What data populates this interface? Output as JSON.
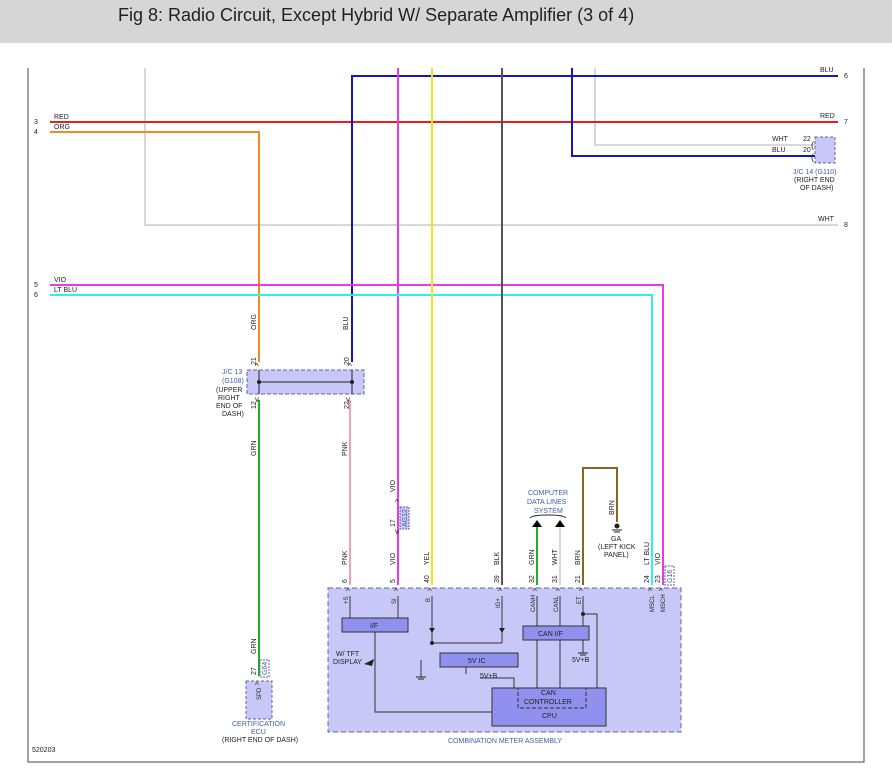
{
  "title": "Fig 8: Radio Circuit, Except Hybrid W/ Separate Amplifier (3 of 4)",
  "figure_id": "520203",
  "colors": {
    "red": "#e02020",
    "orange": "#f08a24",
    "white_wire": "#d8d8d8",
    "blue": "#1414d0",
    "violet": "#e63be6",
    "yellow": "#f5e21a",
    "black": "#555555",
    "lt_blue": "#2ef0f0",
    "pink": "#f0a0b8",
    "green": "#22b022",
    "brown": "#8a6420",
    "component_fill": "#c8c8f8",
    "component_border": "#6060a0",
    "label_blue": "#4060a0"
  },
  "left_pins": {
    "red": "3",
    "orange": "4",
    "violet": "5",
    "lt_blue": "6"
  },
  "right_pins": {
    "blue": "6",
    "red": "7",
    "white": "8"
  },
  "wire_labels": {
    "red": "RED",
    "orange": "ORG",
    "blue": "BLU",
    "white": "WHT",
    "violet": "VIO",
    "lt_blue": "LT BLU",
    "pink": "PNK",
    "green": "GRN",
    "yellow": "YEL",
    "black": "BLK",
    "brown": "BRN"
  },
  "jc14": {
    "label": "J/C 14 (G110)",
    "sub1": "(RIGHT END",
    "sub2": "OF DASH)",
    "pin_wht": "22",
    "pin_blu": "20"
  },
  "jc13": {
    "label1": "J/C 13",
    "label2": "(G108)",
    "sub1": "(UPPER",
    "sub2": "RIGHT",
    "sub3": "END OF",
    "sub4": "DASH)",
    "pin_org": "21",
    "pin_blu": "20",
    "pin_grn": "12",
    "pin_pnk": "22"
  },
  "vio_connector": {
    "pin": "17",
    "code": "AG12"
  },
  "computer_data_lines": {
    "line1": "COMPUTER",
    "line2": "DATA LINES",
    "line3": "SYSTEM"
  },
  "ground_ga": {
    "name": "GA",
    "sub1": "(LEFT KICK",
    "sub2": "PANEL)"
  },
  "meter_pins": [
    {
      "pin": "6",
      "wire": "PNK",
      "func": "+S"
    },
    {
      "pin": "5",
      "wire": "VIO",
      "func": "SI"
    },
    {
      "pin": "40",
      "wire": "YEL",
      "func": "B"
    },
    {
      "pin": "39",
      "wire": "BLK",
      "func": "IG+"
    },
    {
      "pin": "32",
      "wire": "GRN",
      "func": "CANH"
    },
    {
      "pin": "31",
      "wire": "WHT",
      "func": "CANL"
    },
    {
      "pin": "21",
      "wire": "BRN",
      "func": "ET"
    },
    {
      "pin": "24",
      "wire": "LT BLU",
      "func": "MSCL"
    },
    {
      "pin": "23",
      "wire": "VIO",
      "func": "MSCH"
    }
  ],
  "meter_connector_code": "G16",
  "meter": {
    "name": "COMBINATION METER ASSEMBLY",
    "if_label": "I/F",
    "can_if": "CAN I/F",
    "fivev_ic": "5V IC",
    "fivev_b": "5V+B",
    "fivev_b2": "5V+B",
    "tft1": "W/ TFT",
    "tft2": "DISPLAY",
    "can": "CAN",
    "controller": "CONTROLLER",
    "cpu": "CPU"
  },
  "cert_ecu": {
    "pin": "27",
    "code": "G64",
    "func": "SPD",
    "name1": "CERTIFICATION",
    "name2": "ECU",
    "name3": "(RIGHT END OF DASH)"
  }
}
